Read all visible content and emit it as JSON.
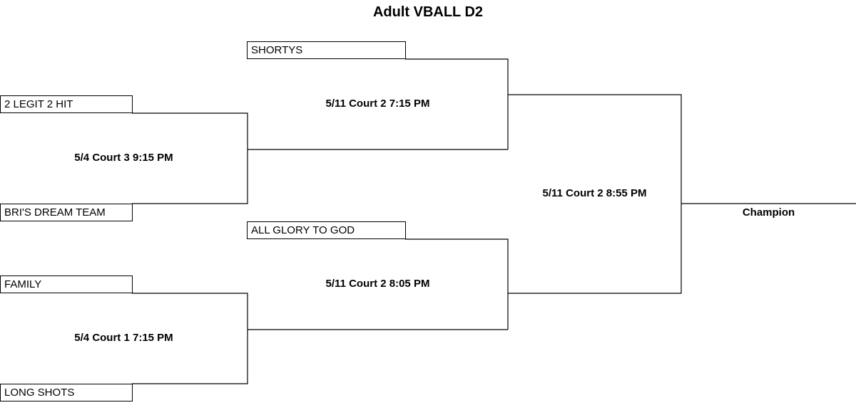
{
  "title": "Adult VBALL D2",
  "round1": [
    {
      "team_top": "2 LEGIT 2 HIT",
      "team_bottom": "BRI'S DREAM TEAM",
      "game": "5/4 Court 3 9:15 PM"
    },
    {
      "team_top": "FAMILY",
      "team_bottom": "LONG SHOTS",
      "game": "5/4 Court 1 7:15 PM"
    }
  ],
  "round2": [
    {
      "team_top": "SHORTYS",
      "game": "5/11 Court 2 7:15 PM"
    },
    {
      "team_top": "ALL GLORY TO GOD",
      "game": "5/11 Court 2 8:05 PM"
    }
  ],
  "final": {
    "game": "5/11 Court 2 8:55 PM"
  },
  "champion_label": "Champion"
}
